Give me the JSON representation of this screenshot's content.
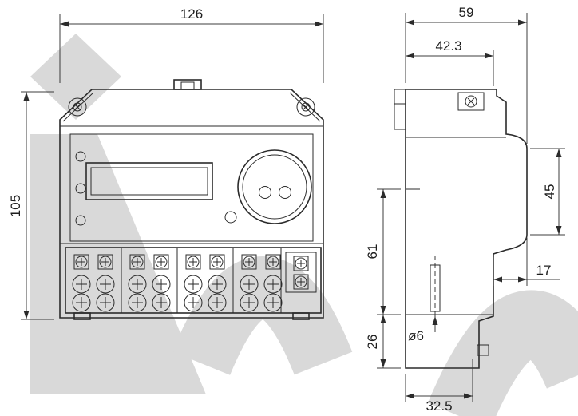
{
  "drawing": {
    "dimensions": {
      "width": "126",
      "height": "105",
      "depth": "59",
      "depth_front": "42.3",
      "window_height": "45",
      "lower_height": "61",
      "step_depth": "17",
      "bottom_height": "26",
      "hole_diameter": "ø6",
      "bottom_width": "32.5"
    },
    "colors": {
      "line": "#2b2b2b",
      "dimension": "#3c3c3c",
      "watermark": "#d9d9d9",
      "background": "#ffffff"
    }
  }
}
